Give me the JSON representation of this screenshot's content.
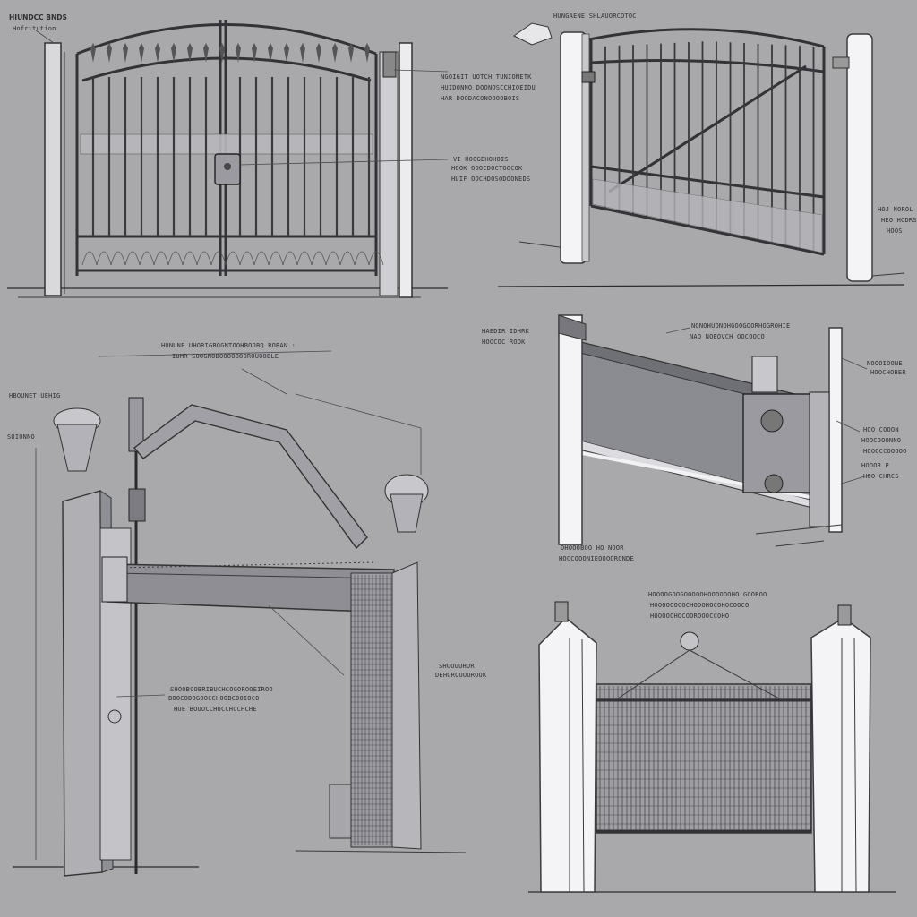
{
  "colors": {
    "background": "#a9a9ab",
    "ink": "#2b2b2e",
    "post_fill": "#f4f4f6",
    "metal_fill": "#8f9096"
  },
  "panels": [
    {
      "id": "double-swing-gate",
      "notes": []
    },
    {
      "id": "swing-gate-perspective",
      "notes": []
    },
    {
      "id": "overhead-gantry-gate",
      "notes": []
    },
    {
      "id": "sliding-beam-gate",
      "notes": []
    },
    {
      "id": "mesh-gate-posts",
      "notes": []
    }
  ]
}
